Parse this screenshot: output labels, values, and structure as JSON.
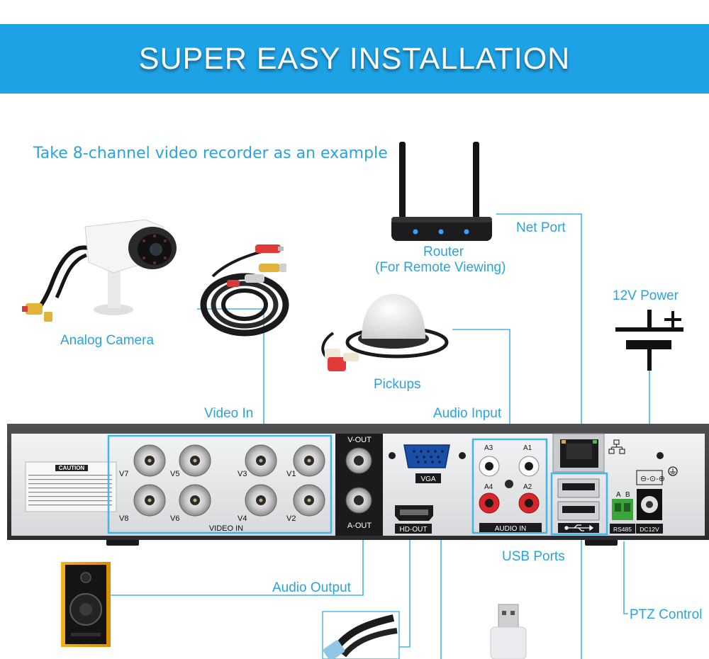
{
  "header": {
    "title": "SUPER EASY INSTALLATION"
  },
  "subtitle": "Take 8-channel video recorder as an example",
  "labels": {
    "router": "Router",
    "router_sub": "(For Remote Viewing)",
    "net_port": "Net Port",
    "power": "12V Power",
    "analog_camera": "Analog Camera",
    "pickups": "Pickups",
    "video_in": "Video In",
    "audio_input": "Audio Input",
    "usb_ports": "USB Ports",
    "audio_output": "Audio Output",
    "ptz_control": "PTZ Control"
  },
  "dvr_panel": {
    "caution": "CAUTION",
    "video_in": "VIDEO IN",
    "channels": [
      "V7",
      "V5",
      "V3",
      "V1",
      "V8",
      "V6",
      "V4",
      "V2"
    ],
    "v_out": "V-OUT",
    "a_out": "A-OUT",
    "vga": "VGA",
    "hd_out": "HD-OUT",
    "audio_channels": [
      "A3",
      "A1",
      "A4",
      "A2"
    ],
    "audio_in": "AUDIO IN",
    "rs485": "RS485",
    "rs485_pins": [
      "A",
      "B"
    ],
    "dc12v": "DC12V"
  },
  "colors": {
    "banner": "#1ea2e6",
    "accent": "#2aa3dc",
    "panel_border": "#45b4e8",
    "dvr_body": "#3a3a3c",
    "dvr_plate": "#e6e7e9"
  }
}
